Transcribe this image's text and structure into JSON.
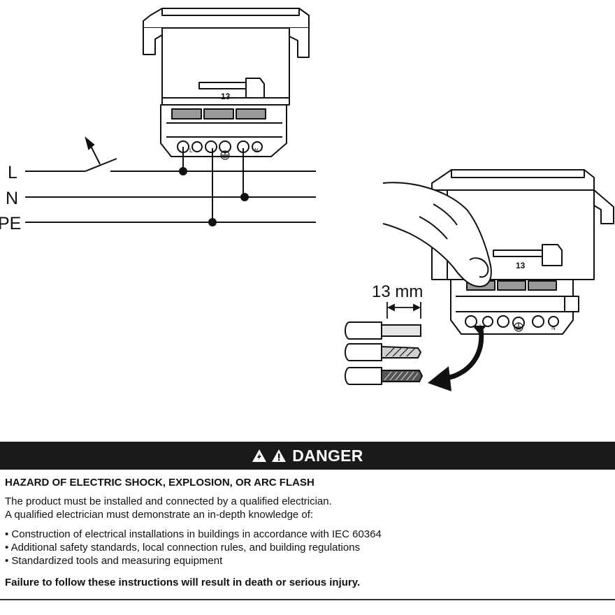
{
  "wiring": {
    "labels": [
      "L",
      "N",
      "PE"
    ],
    "strip_length_label": "13 mm",
    "module_number": "13",
    "terminal_letters": [
      "L",
      "N"
    ]
  },
  "danger": {
    "title": "DANGER",
    "icons": [
      "electric-shock-warning-icon",
      "general-warning-icon"
    ],
    "hazard_title": "HAZARD OF ELECTRIC SHOCK, EXPLOSION, OR ARC FLASH",
    "intro_lines": [
      "The product must be installed and connected by a qualified electrician.",
      "A qualified electrician must demonstrate an in-depth knowledge of:"
    ],
    "bullets": [
      "• Construction of electrical installations in buildings in accordance with IEC 60364",
      "• Additional safety standards, local connection rules, and building regulations",
      "• Standardized tools and measuring equipment"
    ],
    "footer": "Failure to follow these instructions will result in death or serious injury."
  },
  "colors": {
    "banner": "#1a1a1a",
    "ink": "#111111",
    "terminal_gray": "#9a9a9a"
  }
}
